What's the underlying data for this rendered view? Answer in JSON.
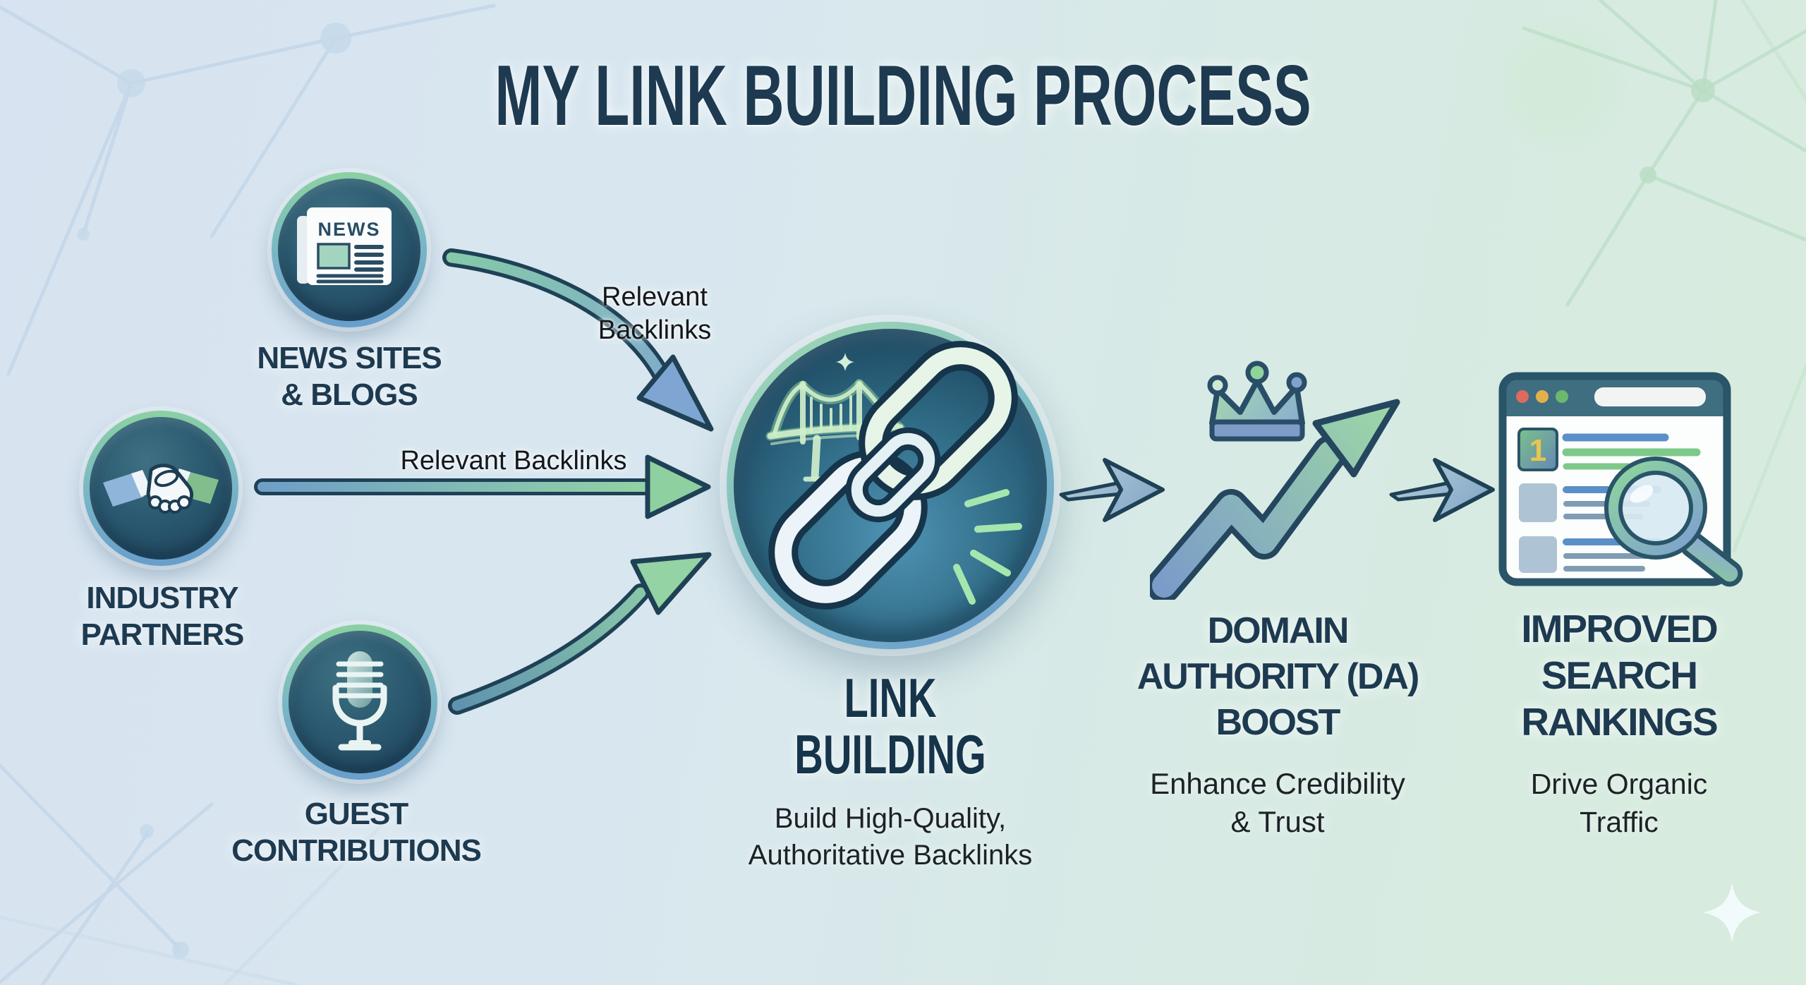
{
  "title": "MY LINK BUILDING PROCESS",
  "colors": {
    "background_left": "#d7e3f0",
    "background_right": "#d7ecdd",
    "heading_navy": "#1d3a50",
    "body_text": "#1d2227",
    "node_ring_green": "#8bd1a2",
    "node_ring_blue": "#699fcb",
    "node_fill_dark_teal": "#2b5a70",
    "arrow_blue": "#7fa6d2",
    "arrow_green": "#93d3a4",
    "arrow_outline": "#1f4156",
    "network_blue": "#bdd3e6",
    "network_green": "#b5dcc2",
    "browser_dot_red": "#dd6a5d",
    "browser_dot_yellow": "#e3b04e",
    "browser_dot_green": "#6cb86f",
    "badge_gold": "#e8c64e"
  },
  "sources": [
    {
      "id": "news",
      "icon": "newspaper-icon",
      "icon_text": "NEWS",
      "label_lines": [
        "NEWS SITES",
        "& BLOGS"
      ]
    },
    {
      "id": "industry",
      "icon": "handshake-icon",
      "label_lines": [
        "INDUSTRY",
        "PARTNERS"
      ]
    },
    {
      "id": "guest",
      "icon": "microphone-icon",
      "label_lines": [
        "GUEST",
        "CONTRIBUTIONS"
      ]
    }
  ],
  "arrows": {
    "top_label_lines": [
      "Relevant",
      "Backlinks"
    ],
    "middle_label": "Relevant Backlinks"
  },
  "central": {
    "icon": "chain-link-bridge-icon",
    "label_lines": [
      "LINK",
      "BUILDING"
    ],
    "sub_lines": [
      "Build High-Quality,",
      "Authoritative Backlinks"
    ]
  },
  "da": {
    "icon": "crown-growth-arrow-icon",
    "label_lines": [
      "DOMAIN",
      "AUTHORITY (DA)",
      "BOOST"
    ],
    "sub_lines": [
      "Enhance Credibility",
      "& Trust"
    ]
  },
  "rankings": {
    "icon": "serp-browser-magnifier-icon",
    "badge": "1",
    "label_lines": [
      "IMPROVED",
      "SEARCH",
      "RANKINGS"
    ],
    "sub_lines": [
      "Drive Organic",
      "Traffic"
    ]
  }
}
